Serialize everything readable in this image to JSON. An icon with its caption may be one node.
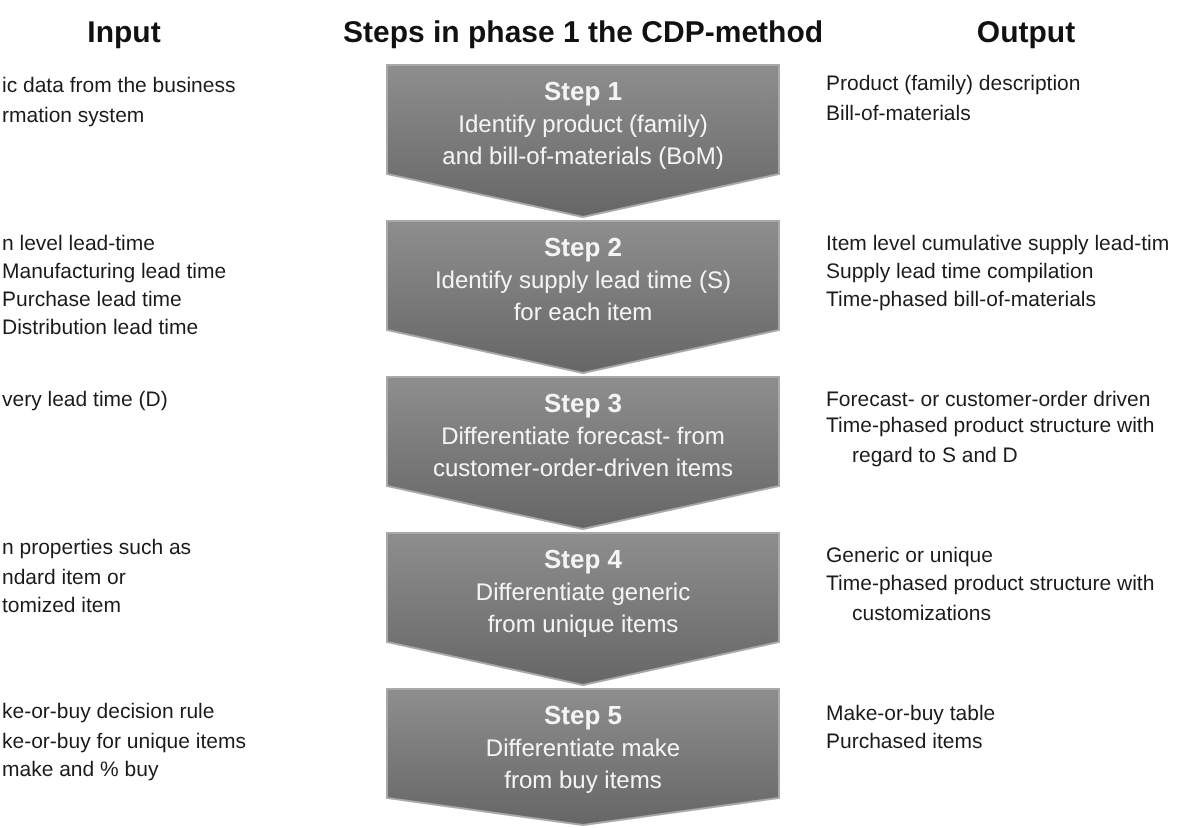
{
  "diagram": {
    "title": "Steps in phase 1 the CDP-method",
    "nodes": [
      {
        "text": [
          "Step 1",
          "Identify product (family) and bill-of-materials (BoM)"
        ]
      },
      {
        "text": [
          "Step 2",
          "Identify supply lead time (S) for each item"
        ]
      },
      {
        "text": [
          "Step 3",
          "Differentiate forecast- from customer-order-driven items"
        ]
      },
      {
        "text": [
          "Step 4",
          "Differentiate generic from unique items"
        ]
      },
      {
        "text": [
          "Step 5",
          "Differentiate make from buy items"
        ]
      }
    ],
    "labels": [
      "Input",
      "Output",
      "ic data from the business rmation system",
      "Product (family) description",
      "Bill-of-materials",
      "n level lead-time",
      "Manufacturing lead time",
      "Purchase lead time",
      "Distribution lead time",
      "Item level cumulative supply lead-tim",
      "Supply lead time compilation",
      "Time-phased bill-of-materials",
      "very lead time (D)",
      "Forecast- or customer-order driven",
      "Time-phased product structure with regard to S and D",
      "n properties such as ndard item or tomized item",
      "Generic or unique",
      "Time-phased product structure with customizations",
      "ke-or-buy decision rule",
      "ke-or-buy for unique items",
      "make and % buy",
      "Make-or-buy table",
      "Purchased items"
    ]
  }
}
